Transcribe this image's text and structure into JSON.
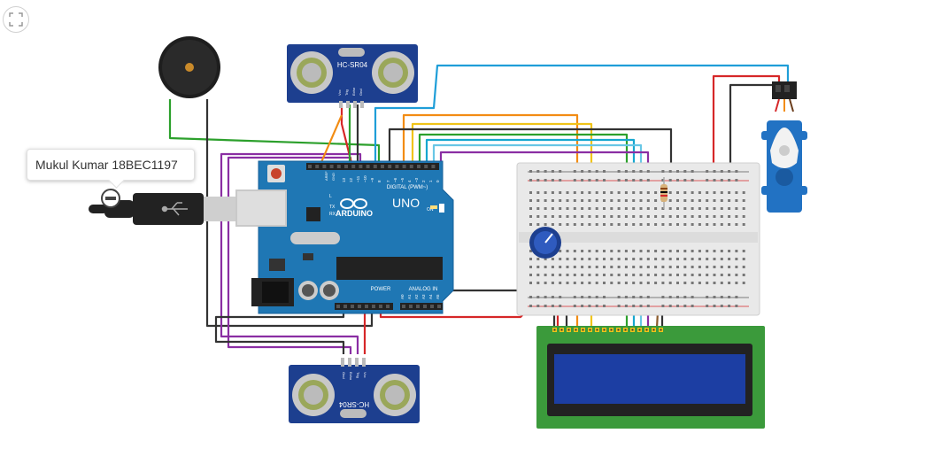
{
  "toolbar": {
    "fit_icon": "fit-to-view-icon"
  },
  "tooltip": {
    "text": "Mukul Kumar 18BEC1197"
  },
  "ultrasonic_top": {
    "label": "HC-SR04",
    "pins": [
      "Vcc",
      "Trig",
      "Echo",
      "Gnd"
    ]
  },
  "ultrasonic_bottom": {
    "label": "HC-SR04",
    "pins": [
      "Gnd",
      "Echo",
      "Trig",
      "Vcc"
    ]
  },
  "arduino": {
    "brand": "ARDUINO",
    "model": "UNO",
    "digital_label": "DIGITAL (PWM~)",
    "power_label": "POWER",
    "analog_label": "ANALOG IN",
    "aref": "AREF",
    "gnd": "GND",
    "tx": "TX",
    "rx": "RX",
    "l": "L",
    "on": "ON",
    "digital_pins": [
      "13",
      "12",
      "~11",
      "~10",
      "~9",
      "8",
      "7",
      "~6",
      "~5",
      "4",
      "~3",
      "2",
      "1",
      "0"
    ],
    "analog_pins": [
      "A0",
      "A1",
      "A2",
      "A3",
      "A4",
      "A5"
    ]
  },
  "colors": {
    "arduino": "#1f77b4",
    "breadboard": "#e9e9e9",
    "lcd_board": "#3b9a3b",
    "lcd_screen": "#1c3ea3",
    "sensor": "#1d3f8f",
    "servo": "#2272c3",
    "wire_red": "#d62728",
    "wire_black": "#333333",
    "wire_green": "#2ca02c",
    "wire_orange": "#f28c13",
    "wire_yellow": "#f0c419",
    "wire_cyan": "#17a7d0",
    "wire_purple": "#8a2ea3",
    "wire_blue": "#1f9ed8"
  }
}
